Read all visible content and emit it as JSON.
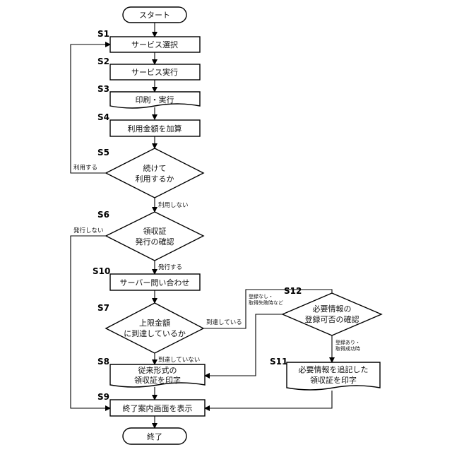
{
  "nodes": {
    "start": "スタート",
    "s1": "サービス選択",
    "s2": "サービス実行",
    "s3": "印刷・実行",
    "s4": "利用金額を加算",
    "s5": [
      "続けて",
      "利用するか"
    ],
    "s6": [
      "領収証",
      "発行の確認"
    ],
    "s10": "サーバー問い合わせ",
    "s7": [
      "上限金額",
      "に到達しているか"
    ],
    "s8": [
      "従来形式の",
      "領収証を印字"
    ],
    "s9": "終了案内画面を表示",
    "s12": [
      "必要情報の",
      "登録可否の確認"
    ],
    "s11": [
      "必要情報を追記した",
      "領収証を印字"
    ],
    "end": "終了"
  },
  "steps": {
    "s1": "S1",
    "s2": "S2",
    "s3": "S3",
    "s4": "S4",
    "s5": "S5",
    "s6": "S6",
    "s10": "S10",
    "s7": "S7",
    "s8": "S8",
    "s9": "S9",
    "s12": "S12",
    "s11": "S11"
  },
  "edges": {
    "s5_yes": "利用する",
    "s5_no": "利用しない",
    "s6_no": "発行しない",
    "s6_yes": "発行する",
    "s7_yes": "到達している",
    "s7_no": "到達していない",
    "s12_fail": [
      "登録なし・",
      "取得失敗時など"
    ],
    "s12_ok": [
      "登録あり・",
      "取得成功時"
    ]
  }
}
